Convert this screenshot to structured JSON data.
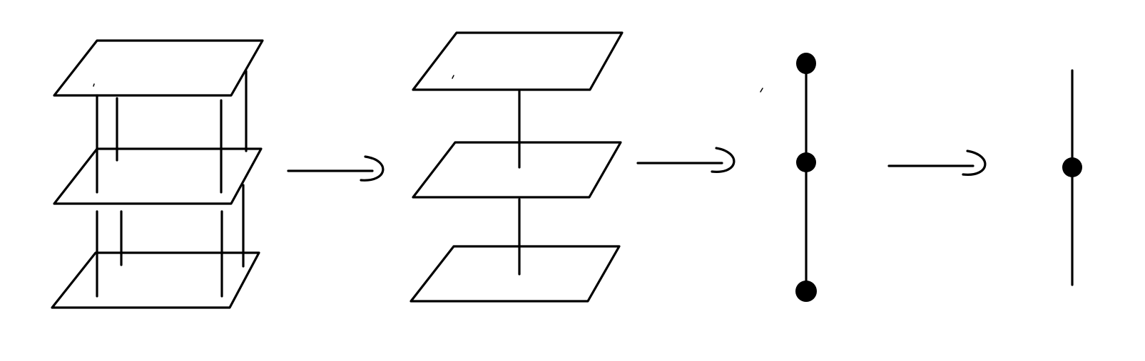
{
  "diagram": {
    "ink_color": "#000000",
    "background_color": "#ffffff",
    "stages": [
      {
        "kind": "three-layers-with-vertical-ribs",
        "layers": 3
      },
      {
        "kind": "three-layers-with-central-posts",
        "layers": 3
      },
      {
        "kind": "vertical-segment-with-three-dots",
        "dots": 3
      },
      {
        "kind": "vertical-segment-with-one-dot",
        "dots": 1
      }
    ],
    "arrows": [
      {
        "from": 1,
        "to": 2,
        "glyph": "squiggle-arrow"
      },
      {
        "from": 2,
        "to": 3,
        "glyph": "squiggle-arrow"
      },
      {
        "from": 3,
        "to": 4,
        "glyph": "squiggle-arrow"
      }
    ]
  }
}
